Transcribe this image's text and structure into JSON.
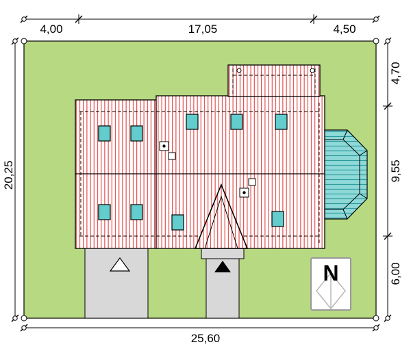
{
  "dimensions": {
    "top": {
      "left": "4,00",
      "middle": "17,05",
      "right": "4,50"
    },
    "left": {
      "full": "20,25"
    },
    "right": {
      "top": "4,70",
      "middle": "9,55",
      "bottom": "6,00"
    },
    "bottom": {
      "full": "25,60"
    }
  },
  "compass": {
    "letter": "N"
  },
  "colors": {
    "plot_green": "#b7d982",
    "roof_hatch": "#e02828",
    "skylight_teal": "#63cccc",
    "bay_teal": "#8fd9d9",
    "bay_line": "#2f9b9b",
    "paving_gray": "#d8d8d8",
    "compass_border": "#9a9a9a",
    "compass_letter": "#707070",
    "compass_diamond": "#b8b8b8",
    "outline_black": "#000000"
  }
}
